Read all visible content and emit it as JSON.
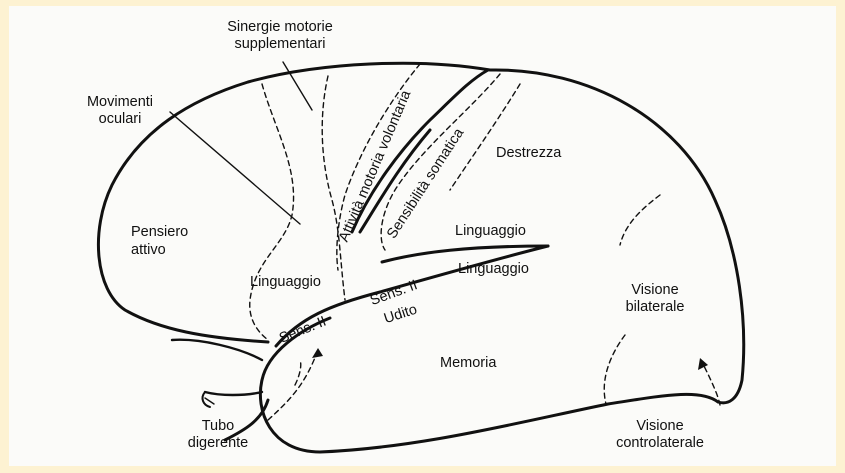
{
  "labels": {
    "sinergie": "Sinergie motorie",
    "supplementari": "supplementari",
    "movimenti": "Movimenti",
    "oculari": "oculari",
    "pensiero": "Pensiero",
    "attivo": "attivo",
    "attivita": "Attività motoria volontaria",
    "sensibilita": "Sensibilità somatica",
    "destrezza": "Destrezza",
    "linguaggio_top": "Linguaggio",
    "linguaggio_mid": "Linguaggio",
    "linguaggio_left": "Linguaggio",
    "sens_ii_mid": "Sens. II",
    "sens_ii_left": "Sens. II",
    "udito": "Udito",
    "memoria": "Memoria",
    "visione": "Visione",
    "bilaterale": "bilaterale",
    "tubo": "Tubo",
    "digerente": "digerente",
    "visione_c": "Visione",
    "controlaterale": "controlaterale"
  }
}
